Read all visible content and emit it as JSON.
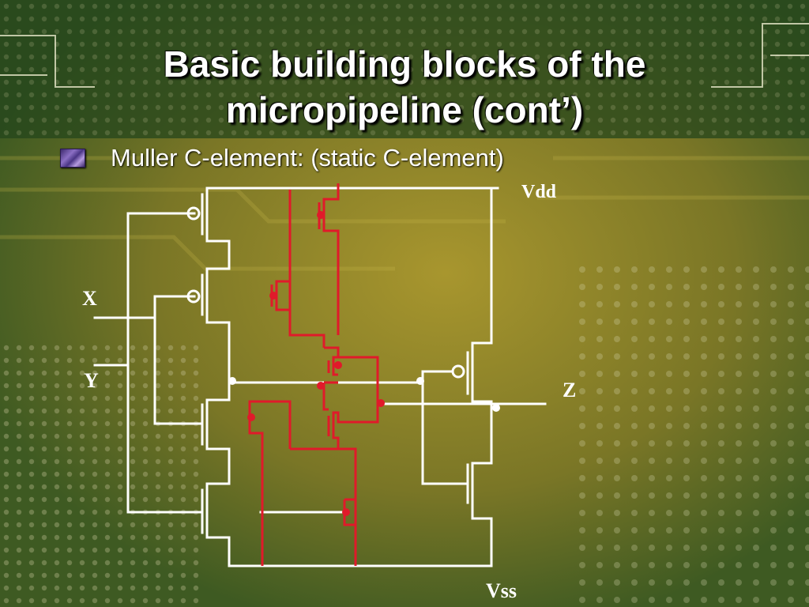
{
  "slide": {
    "title_line1": "Basic building blocks of the",
    "title_line2": "micropipeline (cont’)",
    "bullet_text": "Muller C-element: (static C-element)",
    "bullet_icon": "purple-chip-bullet-icon"
  },
  "diagram": {
    "labels": {
      "vdd": "Vdd",
      "vss": "Vss",
      "x": "X",
      "y": "Y",
      "z": "Z"
    },
    "colors": {
      "wire": "#ffffff",
      "highlight": "#e01a2a",
      "background": "#55642a",
      "board_green": "#1f4a1c",
      "board_gold": "#9a8a2a"
    }
  }
}
